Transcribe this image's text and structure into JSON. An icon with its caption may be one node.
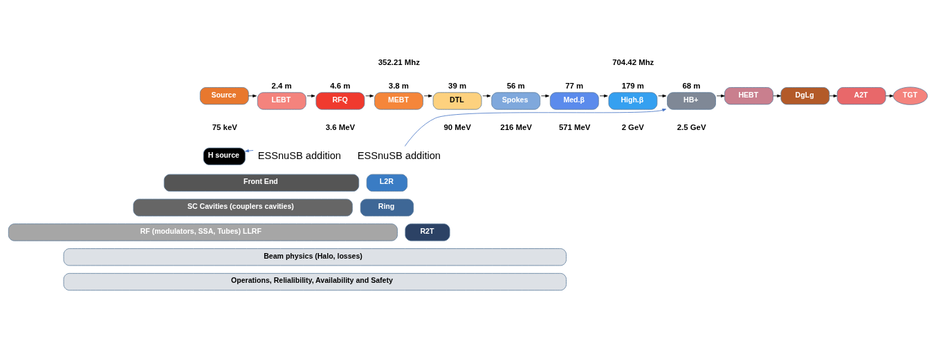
{
  "diagram": {
    "nodes": [
      {
        "text": [
          "Source"
        ]
      },
      {
        "text": [
          "LEBT"
        ],
        "beside": [
          "2.4 m"
        ]
      },
      {
        "text": [
          "RFQ"
        ],
        "beside": [
          "4.6 m"
        ]
      },
      {
        "text": [
          "MEBT"
        ],
        "beside": [
          "3.8 m"
        ]
      },
      {
        "text": [
          "DTL"
        ],
        "beside": [
          "39 m"
        ]
      },
      {
        "text": [
          "Spokes"
        ],
        "beside": [
          "56 m"
        ]
      },
      {
        "text": [
          "Med.β"
        ],
        "beside": [
          "77 m"
        ]
      },
      {
        "text": [
          "High.β"
        ],
        "beside": [
          "179 m"
        ]
      },
      {
        "text": [
          "HB+"
        ],
        "beside": [
          "68 m"
        ]
      },
      {
        "text": [
          "HEBT"
        ]
      },
      {
        "text": [
          "DgLg"
        ]
      },
      {
        "text": [
          "A2T"
        ]
      },
      {
        "text": [
          "TGT"
        ]
      },
      {
        "text": [
          "H source"
        ]
      },
      {
        "text": [
          "ESSnuSB addition"
        ]
      },
      {
        "text": [
          "ESSnuSB addition"
        ]
      },
      {
        "text": [
          "Front End"
        ]
      },
      {
        "text": [
          "L2R"
        ]
      },
      {
        "text": [
          "SC Cavities (couplers cavities)"
        ]
      },
      {
        "text": [
          "Ring"
        ]
      },
      {
        "text": [
          "RF (modulators, SSA, Tubes) LLRF"
        ]
      },
      {
        "text": [
          "R2T"
        ]
      },
      {
        "text": [
          "Beam physics (Halo, losses)"
        ]
      },
      {
        "text": [
          "Operations, Relialibility, Availability and Safety"
        ]
      }
    ],
    "edges": [
      {
        "from": 0,
        "to": 1,
        "arrow": "to"
      },
      {
        "from": 1,
        "to": 2,
        "arrow": "to"
      },
      {
        "from": 2,
        "to": 3,
        "arrow": "to"
      },
      {
        "from": 3,
        "to": 4,
        "arrow": "to"
      },
      {
        "from": 4,
        "to": 5,
        "arrow": "to"
      },
      {
        "from": 5,
        "to": 6,
        "arrow": "to"
      },
      {
        "from": 6,
        "to": 7,
        "arrow": "to"
      },
      {
        "from": 7,
        "to": 8,
        "arrow": "to"
      },
      {
        "from": 8,
        "to": 9,
        "arrow": "to"
      },
      {
        "from": 9,
        "to": 10,
        "arrow": "to"
      },
      {
        "from": 10,
        "to": 11,
        "arrow": "to"
      },
      {
        "from": 11,
        "to": 12,
        "arrow": "to"
      },
      {
        "from": 14,
        "to": 13,
        "arrow": "to",
        "color": "#4472c4"
      },
      {
        "from": 15,
        "to": 8,
        "arrow": "to",
        "color": "#4472c4"
      }
    ],
    "labels": [
      "352.21 Mhz",
      "704.42 Mhz",
      "75 keV",
      "3.6 MeV",
      "90 MeV",
      "216 MeV",
      "571 MeV",
      "2 GeV",
      "2.5 GeV"
    ]
  }
}
